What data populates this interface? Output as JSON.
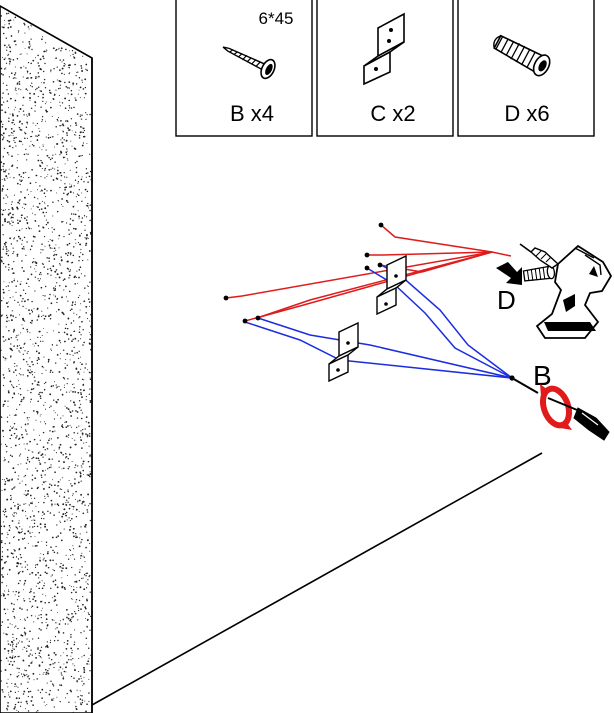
{
  "parts": [
    {
      "id": "B",
      "label": "B x4",
      "spec": "6*45",
      "icon": "screw-icon"
    },
    {
      "id": "C",
      "label": "C x2",
      "spec": "",
      "icon": "angle-bracket-icon"
    },
    {
      "id": "D",
      "label": "D x6",
      "spec": "",
      "icon": "wall-plug-icon"
    }
  ],
  "callouts": {
    "dowel_label": "D",
    "screw_label": "B"
  },
  "colors": {
    "drill_lines": "#e01b1b",
    "screw_lines": "#1a2ee0",
    "outline": "#000000",
    "rotation_arrow": "#e01b1b"
  }
}
